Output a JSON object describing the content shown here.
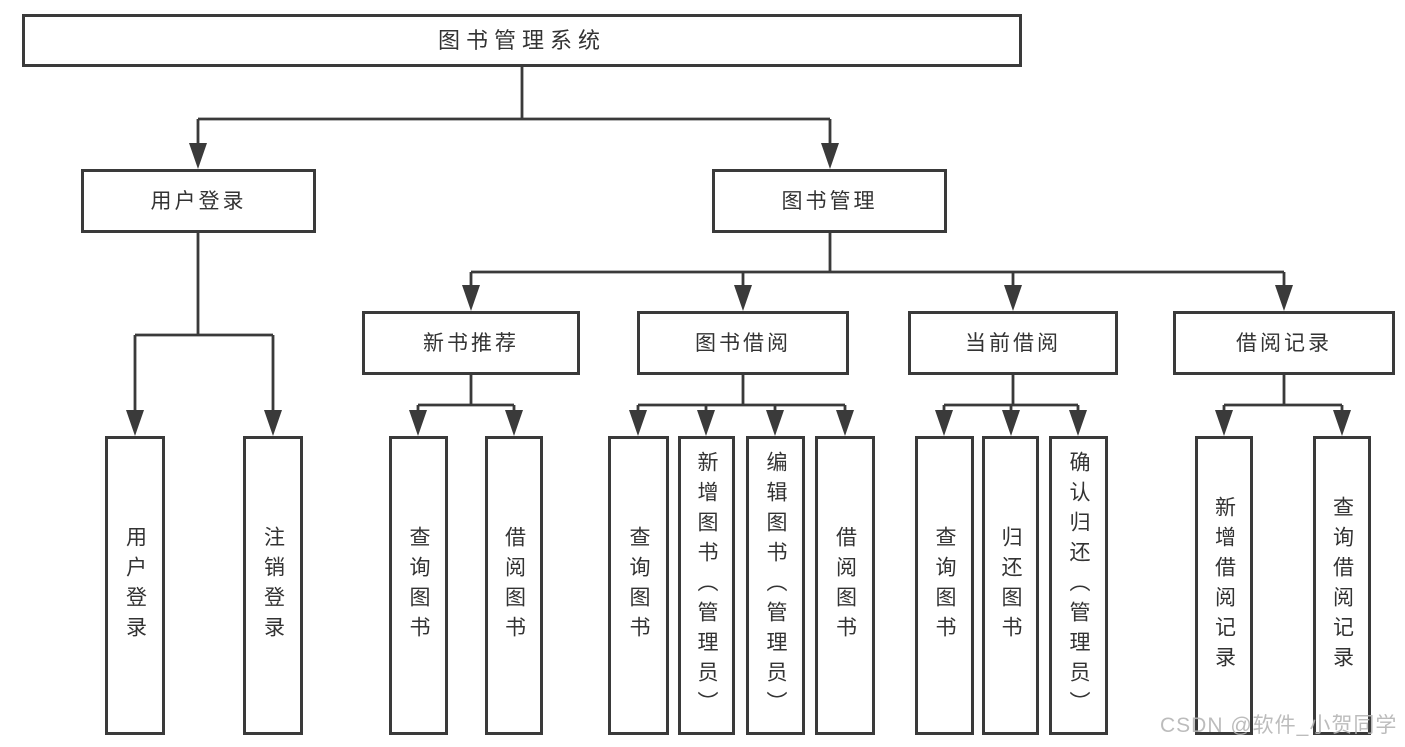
{
  "colors": {
    "line": "#3a3a3a",
    "text": "#333333",
    "background": "#ffffff",
    "watermark": "#b5b5b5"
  },
  "watermark": {
    "text": "CSDN @软件_小贺同学"
  },
  "tree": {
    "label": "图书管理系统",
    "children": [
      {
        "label": "用户登录",
        "children": [
          {
            "label": "用户登录"
          },
          {
            "label": "注销登录"
          }
        ]
      },
      {
        "label": "图书管理",
        "children": [
          {
            "label": "新书推荐",
            "children": [
              {
                "label": "查询图书"
              },
              {
                "label": "借阅图书"
              }
            ]
          },
          {
            "label": "图书借阅",
            "children": [
              {
                "label": "查询图书"
              },
              {
                "label": "新增图书（管理员）"
              },
              {
                "label": "编辑图书（管理员）"
              },
              {
                "label": "借阅图书"
              }
            ]
          },
          {
            "label": "当前借阅",
            "children": [
              {
                "label": "查询图书"
              },
              {
                "label": "归还图书"
              },
              {
                "label": "确认归还（管理员）"
              }
            ]
          },
          {
            "label": "借阅记录",
            "children": [
              {
                "label": "新增借阅记录"
              },
              {
                "label": "查询借阅记录"
              }
            ]
          }
        ]
      }
    ]
  }
}
